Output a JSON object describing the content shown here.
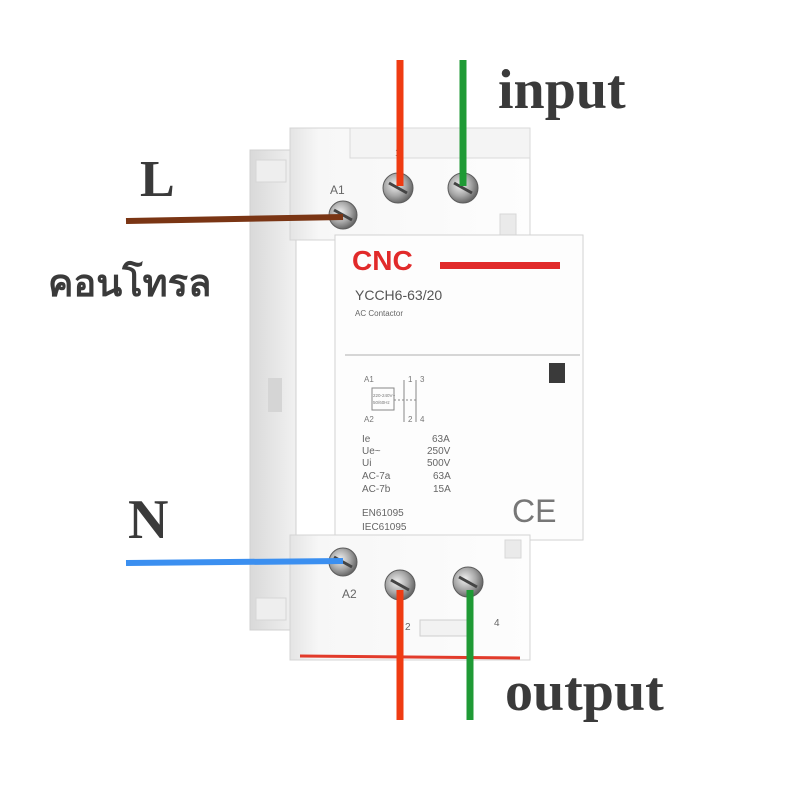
{
  "labels": {
    "L": "L",
    "control": "คอนโทรล",
    "N": "N",
    "input": "input",
    "output": "output"
  },
  "device": {
    "brand": "CNC",
    "model": "YCCH6-63/20",
    "type": "AC Contactor",
    "terminal_a1": "A1",
    "terminal_a2": "A2",
    "terminal_1": "1",
    "terminal_2": "2",
    "terminal_3": "3",
    "terminal_4": "4",
    "coil_voltage": "220-240V~",
    "coil_freq": "50/60Hz",
    "specs": [
      {
        "name": "Ie",
        "value": "63A"
      },
      {
        "name": "Ue~",
        "value": "250V"
      },
      {
        "name": "Ui",
        "value": "500V"
      },
      {
        "name": "AC-7a",
        "value": "63A"
      },
      {
        "name": "AC-7b",
        "value": "15A"
      }
    ],
    "standard_1": "EN61095",
    "standard_2": "IEC61095",
    "ce_mark": "CE"
  },
  "colors": {
    "live_wire": "#7a3514",
    "neutral_wire": "#3b8ff0",
    "phase_wire": "#ef3b12",
    "output_wire": "#1f9a35",
    "brand_red": "#e12a2a"
  }
}
